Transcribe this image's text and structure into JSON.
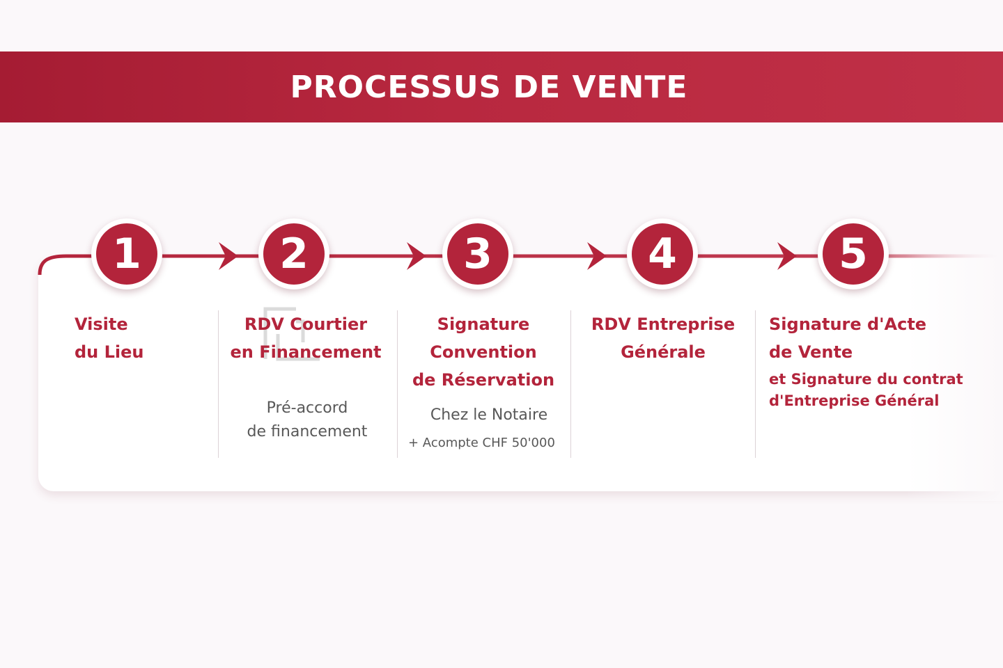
{
  "header": {
    "title": "PROCESSUS DE VENTE"
  },
  "colors": {
    "accent": "#b3243b",
    "banner": "#b8283f",
    "text_muted": "#585858"
  },
  "steps": [
    {
      "number": "1",
      "title_lines": [
        "Visite",
        "du Lieu"
      ]
    },
    {
      "number": "2",
      "title_lines": [
        "RDV Courtier",
        "en Financement"
      ],
      "sub_lines": [
        "Pré-accord",
        "de financement"
      ]
    },
    {
      "number": "3",
      "title_lines": [
        "Signature",
        "Convention",
        "de Réservation"
      ],
      "sub_lines": [
        "Chez le Notaire"
      ],
      "note": "+ Acompte CHF 50'000"
    },
    {
      "number": "4",
      "title_lines": [
        "RDV Entreprise",
        "Générale"
      ]
    },
    {
      "number": "5",
      "title_lines": [
        "Signature d'Acte",
        "de Vente"
      ],
      "extra_lines": [
        "et Signature du contrat",
        "d'Entreprise Général"
      ]
    }
  ]
}
